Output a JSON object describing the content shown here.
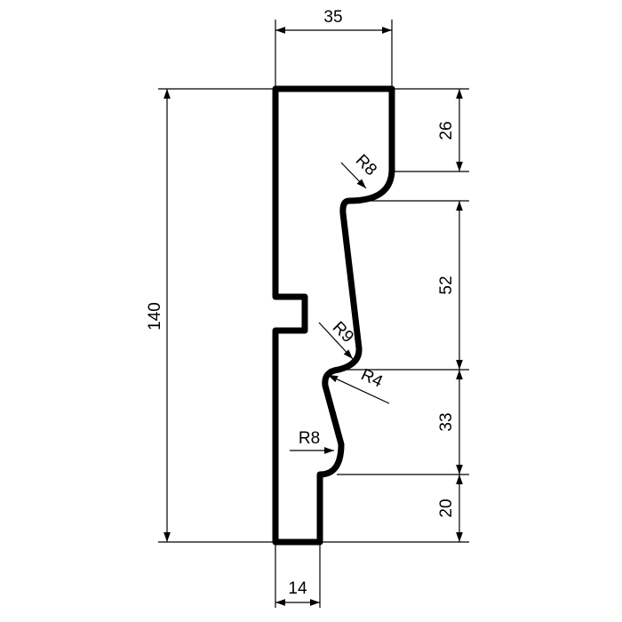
{
  "drawing": {
    "dimensions": {
      "top_width": "35",
      "bottom_width": "14",
      "total_height": "140",
      "segment_1": "26",
      "segment_2": "52",
      "segment_3": "33",
      "segment_4": "20"
    },
    "radii": {
      "r1": "R8",
      "r2": "R9",
      "r3": "R4",
      "r4": "R8"
    }
  }
}
